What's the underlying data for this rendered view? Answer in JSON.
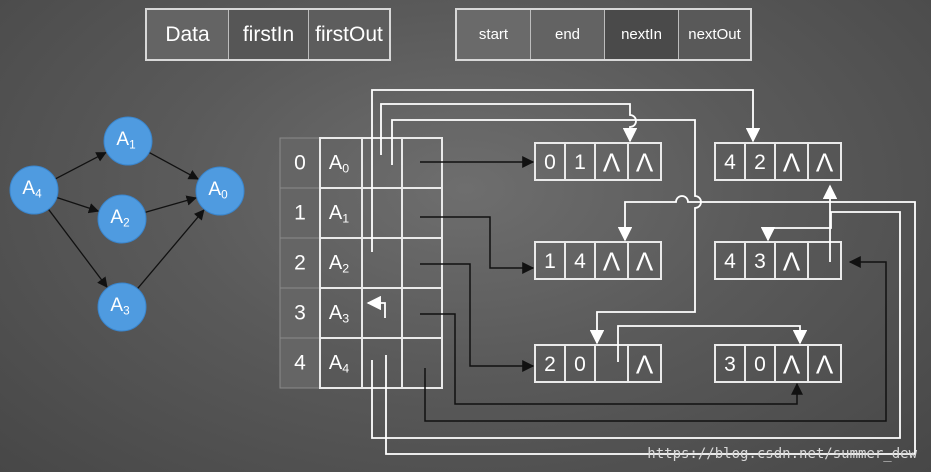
{
  "vertex_node_header": [
    "Data",
    "firstIn",
    "firstOut"
  ],
  "arc_node_header": [
    "start",
    "end",
    "nextIn",
    "nextOut"
  ],
  "graph_nodes": [
    {
      "id": "A1",
      "letter": "A",
      "sub": "1"
    },
    {
      "id": "A4",
      "letter": "A",
      "sub": "4"
    },
    {
      "id": "A2",
      "letter": "A",
      "sub": "2"
    },
    {
      "id": "A0",
      "letter": "A",
      "sub": "0"
    },
    {
      "id": "A3",
      "letter": "A",
      "sub": "3"
    }
  ],
  "graph_edges": [
    {
      "from": "A4",
      "to": "A1"
    },
    {
      "from": "A1",
      "to": "A0"
    },
    {
      "from": "A4",
      "to": "A2"
    },
    {
      "from": "A2",
      "to": "A0"
    },
    {
      "from": "A4",
      "to": "A3"
    },
    {
      "from": "A3",
      "to": "A0"
    }
  ],
  "vertex_table": [
    {
      "index": "0",
      "letter": "A",
      "sub": "0"
    },
    {
      "index": "1",
      "letter": "A",
      "sub": "1"
    },
    {
      "index": "2",
      "letter": "A",
      "sub": "2"
    },
    {
      "index": "3",
      "letter": "A",
      "sub": "3"
    },
    {
      "index": "4",
      "letter": "A",
      "sub": "4"
    }
  ],
  "arc_nodes": [
    {
      "id": "arc-0-1",
      "start": "0",
      "end": "1",
      "next_in": "Λ",
      "next_out": "Λ"
    },
    {
      "id": "arc-4-2",
      "start": "4",
      "end": "2",
      "next_in": "Λ",
      "next_out": "Λ"
    },
    {
      "id": "arc-1-4",
      "start": "1",
      "end": "4",
      "next_in": "Λ",
      "next_out": "Λ"
    },
    {
      "id": "arc-4-3",
      "start": "4",
      "end": "3",
      "next_in": "Λ",
      "next_out": ""
    },
    {
      "id": "arc-2-0",
      "start": "2",
      "end": "0",
      "next_in": "",
      "next_out": "Λ"
    },
    {
      "id": "arc-3-0",
      "start": "3",
      "end": "0",
      "next_in": "Λ",
      "next_out": "Λ"
    }
  ],
  "watermark": "https://blog.csdn.net/summer_dew",
  "colors": {
    "node_fill": "#4f9be0",
    "node_stroke": "#3a85cc",
    "line": "#ffffff",
    "arrow_dark": "#111111"
  }
}
